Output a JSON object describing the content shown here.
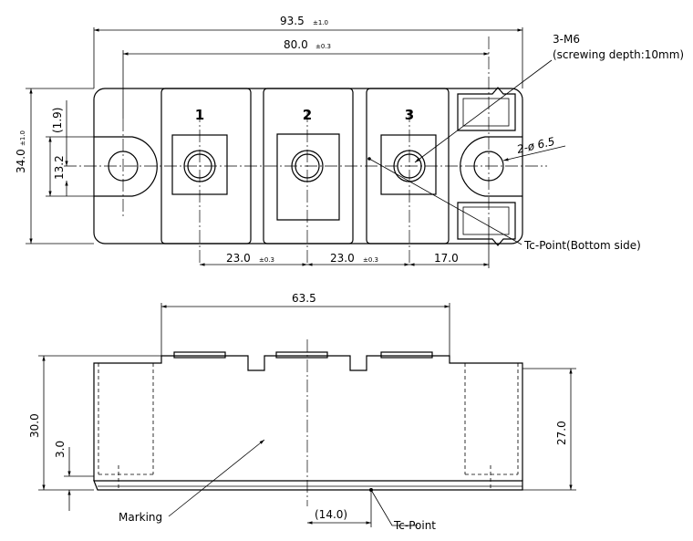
{
  "top_view": {
    "dims": {
      "overall_length": "93.5",
      "overall_length_tol": "±1.0",
      "mount_pitch": "80.0",
      "mount_pitch_tol": "±0.3",
      "width": "34.0",
      "width_tol": "±1.0",
      "inner_width": "13.2",
      "offset": "(1.9)",
      "pitch_1_2": "23.0",
      "pitch_1_2_tol": "±0.3",
      "pitch_2_3": "23.0",
      "pitch_2_3_tol": "±0.3",
      "edge_pitch": "17.0",
      "hole": "2-ø 6.5"
    },
    "terminals": [
      "1",
      "2",
      "3"
    ],
    "callouts": {
      "screw": "3-M6",
      "screw_depth": "(screwing depth:10mm)",
      "tc_point": "Tc-Point(Bottom side)"
    }
  },
  "side_view": {
    "dims": {
      "top_width": "63.5",
      "height_total": "30.0",
      "height_body": "27.0",
      "base_thickness": "3.0",
      "tc_offset": "(14.0)"
    },
    "callouts": {
      "marking": "Marking",
      "tc_point": "Tc-Point"
    }
  }
}
